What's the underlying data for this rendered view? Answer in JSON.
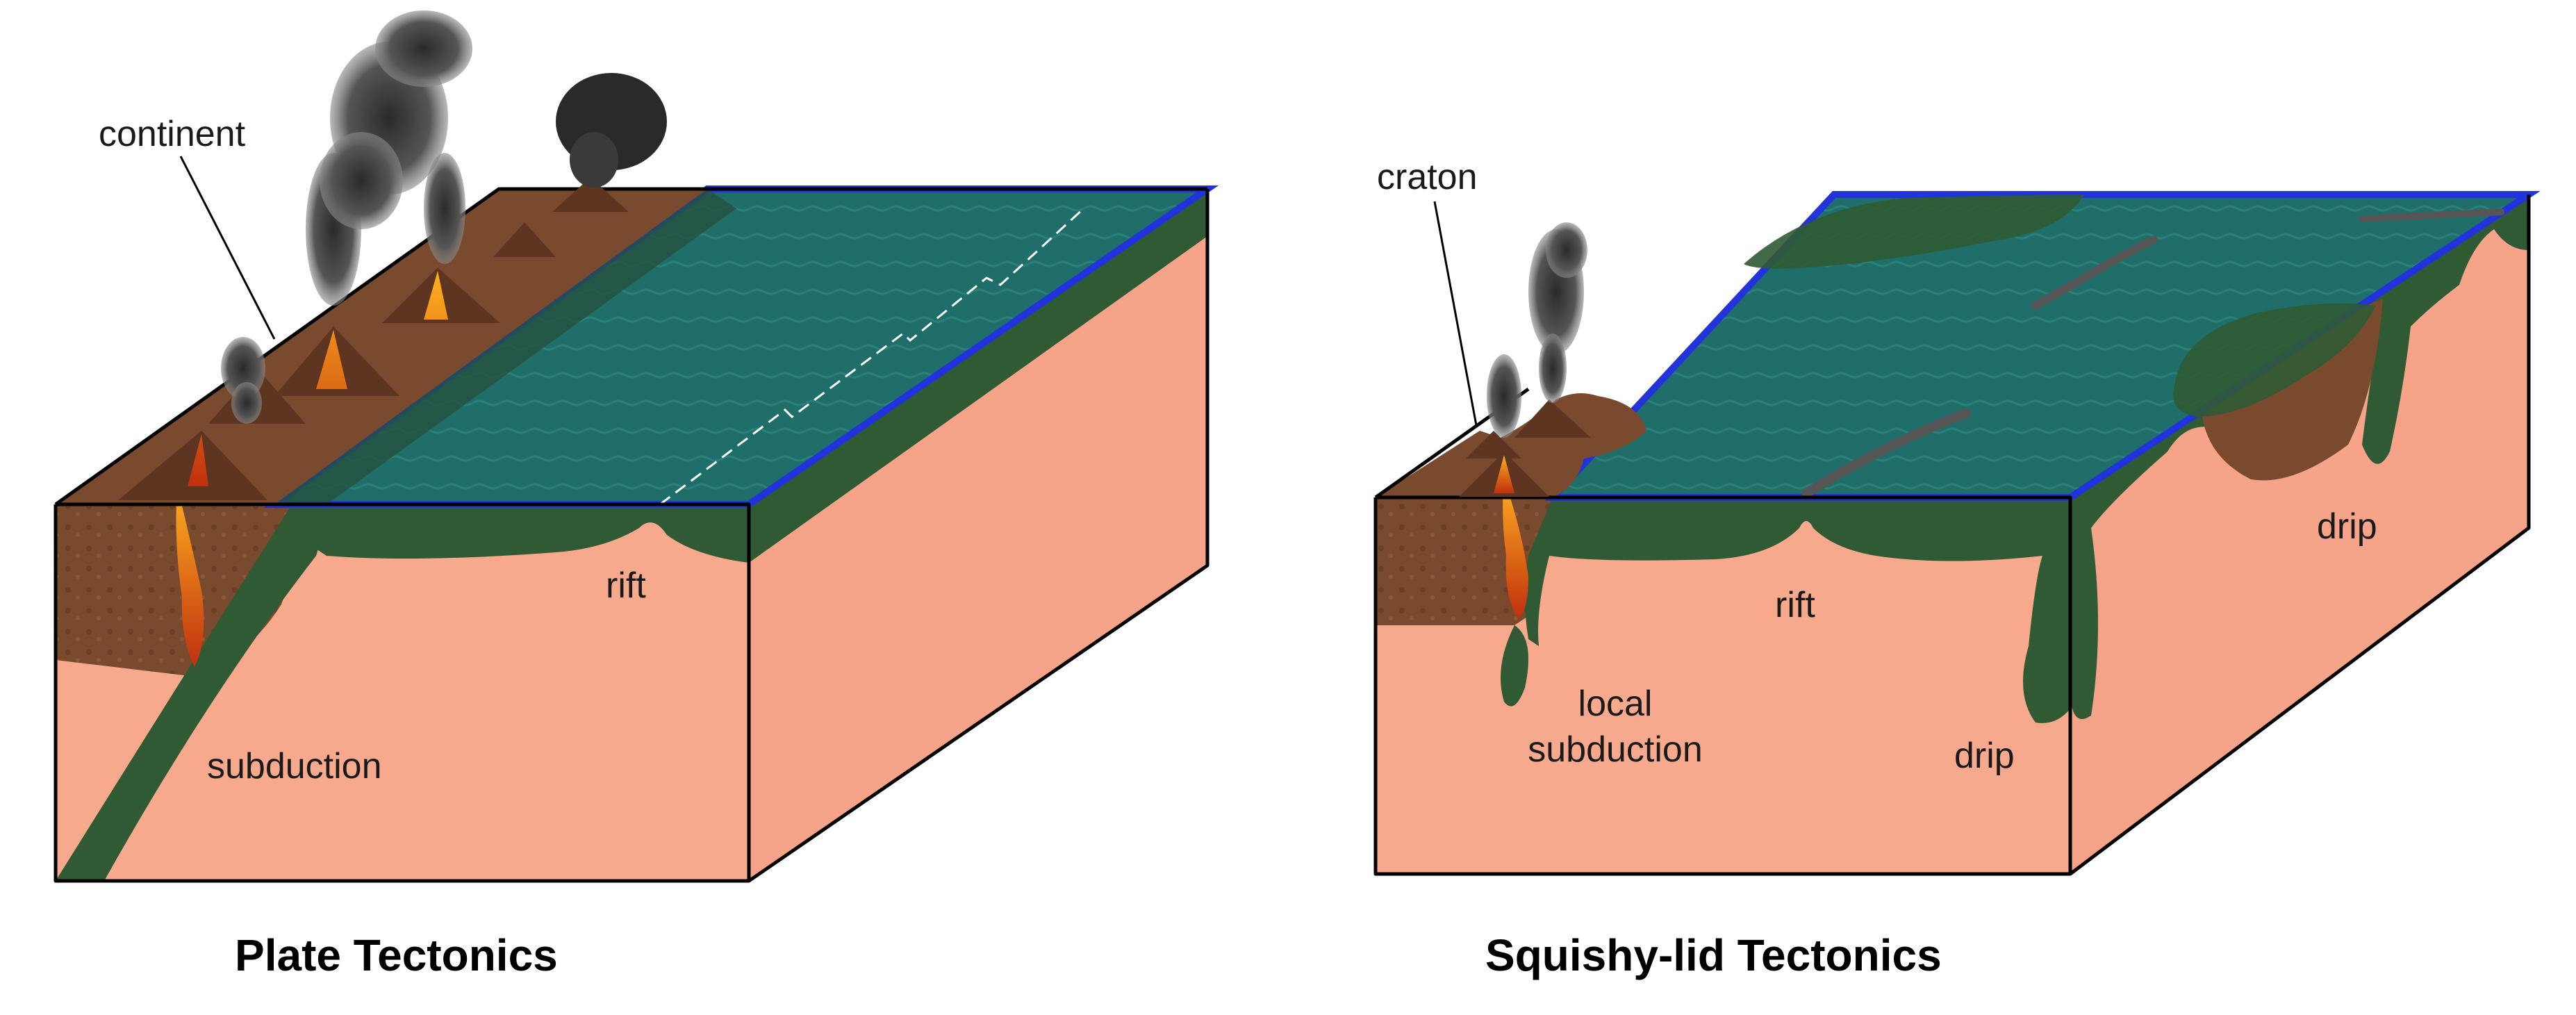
{
  "left_panel": {
    "title": "Plate Tectonics",
    "labels": {
      "continent": "continent",
      "rift": "rift",
      "subduction": "subduction"
    }
  },
  "right_panel": {
    "title": "Squishy-lid Tectonics",
    "labels": {
      "craton": "craton",
      "rift": "rift",
      "local_subduction_line1": "local",
      "local_subduction_line2": "subduction",
      "drip_top": "drip",
      "drip_bottom": "drip"
    }
  },
  "colors": {
    "mantle": "#f6a98c",
    "mantle_side": "#f09a80",
    "lithosphere": "#2f5a33",
    "ocean": "#1f6e6a",
    "ocean_edge": "#2233dd",
    "continent": "#7a4a2e",
    "continent_dark": "#5e3520",
    "lava": "#e8541c",
    "smoke": "#3c3c3c"
  }
}
